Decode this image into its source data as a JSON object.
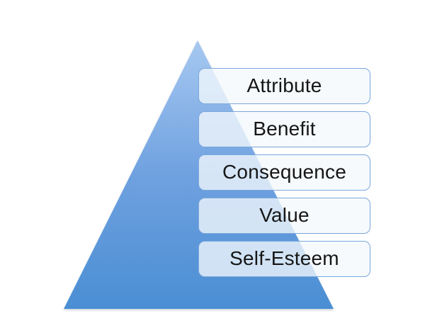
{
  "diagram": {
    "type": "pyramid-ladder",
    "levels": [
      {
        "label": "Attribute"
      },
      {
        "label": "Benefit"
      },
      {
        "label": "Consequence"
      },
      {
        "label": "Value"
      },
      {
        "label": "Self-Esteem"
      }
    ],
    "colors": {
      "background": "#ffffff",
      "pyramid_top": "#a6c8f0",
      "pyramid_mid": "#6fa1e0",
      "pyramid_bottom": "#4a8ed3",
      "box_fill": "rgba(243, 248, 252, 0.78)",
      "box_border": "#7aa7dc",
      "text": "#161616"
    }
  }
}
